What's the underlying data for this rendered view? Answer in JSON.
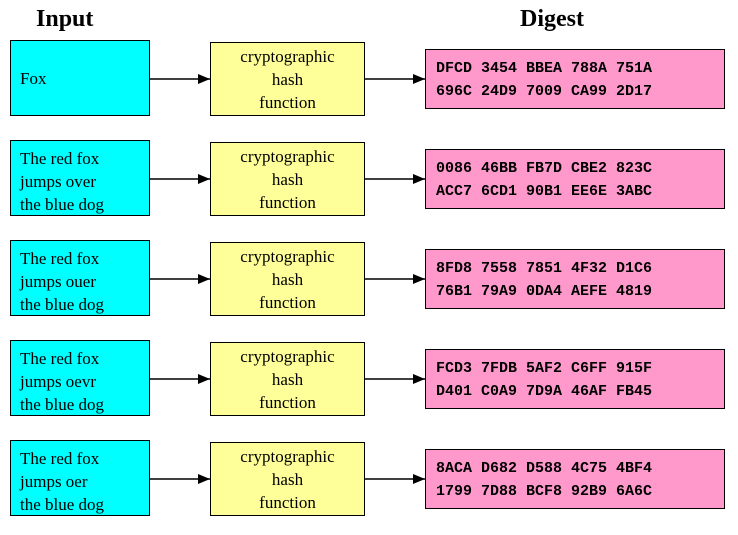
{
  "headers": {
    "input": "Input",
    "digest": "Digest"
  },
  "hash_label": [
    "cryptographic",
    "hash",
    "function"
  ],
  "rows": [
    {
      "input": [
        "Fox"
      ],
      "digest": [
        "DFCD 3454 BBEA 788A 751A",
        "696C 24D9 7009 CA99 2D17"
      ]
    },
    {
      "input": [
        "The red fox",
        "jumps over",
        "the blue dog"
      ],
      "digest": [
        "0086 46BB FB7D CBE2 823C",
        "ACC7 6CD1 90B1 EE6E 3ABC"
      ]
    },
    {
      "input": [
        "The red fox",
        "jumps ouer",
        "the blue dog"
      ],
      "digest": [
        "8FD8 7558 7851 4F32 D1C6",
        "76B1 79A9 0DA4 AEFE 4819"
      ]
    },
    {
      "input": [
        "The red fox",
        "jumps oevr",
        "the blue dog"
      ],
      "digest": [
        "FCD3 7FDB 5AF2 C6FF 915F",
        "D401 C0A9 7D9A 46AF FB45"
      ]
    },
    {
      "input": [
        "The red fox",
        "jumps oer",
        "the blue dog"
      ],
      "digest": [
        "8ACA D682 D588 4C75 4BF4",
        "1799 7D88 BCF8 92B9 6A6C"
      ]
    }
  ]
}
